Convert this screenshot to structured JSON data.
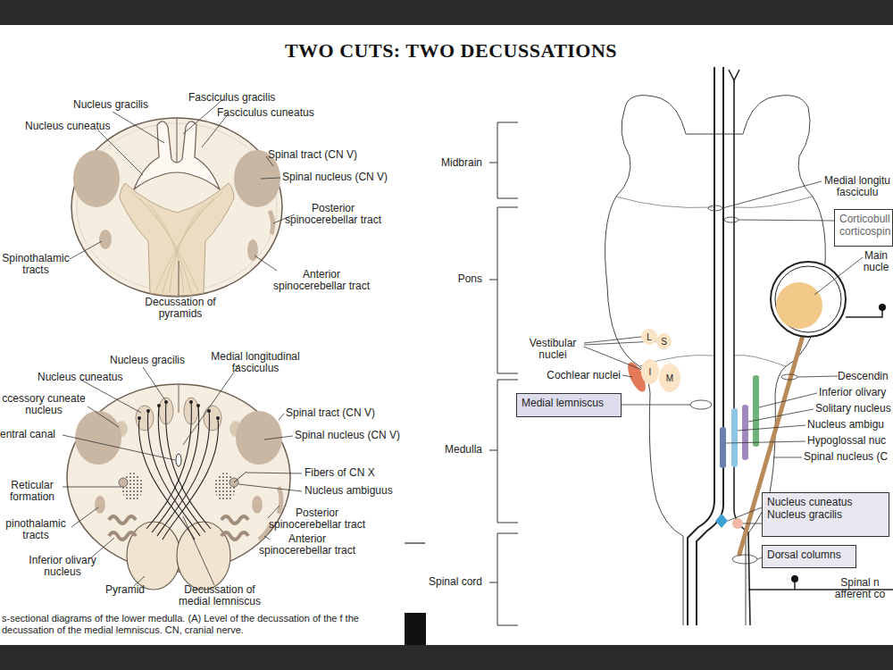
{
  "diagram": {
    "title": "TWO CUTS: TWO DECUSSATIONS",
    "caption": "s-sectional diagrams of the lower medulla. (A) Level of the decussation of the f the decussation of the medial lemniscus. CN, cranial nerve.",
    "nodes": [
      {
        "text": [
          "Corticobull corticospin"
        ]
      },
      {
        "text": [
          "L"
        ]
      },
      {
        "text": [
          "S"
        ]
      },
      {
        "text": [
          "I"
        ]
      },
      {
        "text": [
          "M"
        ]
      },
      {
        "text": [
          "Medial lemniscus"
        ]
      },
      {
        "text": [
          "Nucleus cuneatus",
          "Nucleus gracilis"
        ]
      },
      {
        "text": [
          "Dorsal columns"
        ]
      }
    ],
    "labels": [
      "Nucleus gracilis",
      "Fasciculus gracilis",
      "Fasciculus cuneatus",
      "Nucleus cuneatus",
      "Spinal tract (CN V)",
      "Spinal nucleus (CN V)",
      "Posterior spinocerebellar tract",
      "Spinothalamic tracts",
      "Anterior spinocerebellar tract",
      "Decussation of pyramids",
      "Nucleus gracilis",
      "Medial longitudinal fasciculus",
      "Nucleus cuneatus",
      "ccessory cuneate nucleus",
      "entral canal",
      "Spinal tract (CN V)",
      "Spinal nucleus (CN V)",
      "Reticular formation",
      "Fibers of CN X",
      "Nucleus ambiguus",
      "pinothalamic tracts",
      "Posterior spinocerebellar tract",
      "Anterior spinocerebellar tract",
      "Inferior olivary nucleus",
      "Pyramid",
      "Decussation of medial lemniscus",
      "Midbrain",
      "Pons",
      "Medulla",
      "Spinal cord",
      "Medial longitu fasciculu",
      "Main nucle",
      "Vestibular nuclei",
      "Cochlear nuclei",
      "Descendin",
      "Inferior olivary",
      "Solitary nucleus",
      "Nucleus ambigu",
      "Hypoglossal nuc",
      "Spinal nucleus (C",
      "Spinal n afferent co"
    ]
  }
}
